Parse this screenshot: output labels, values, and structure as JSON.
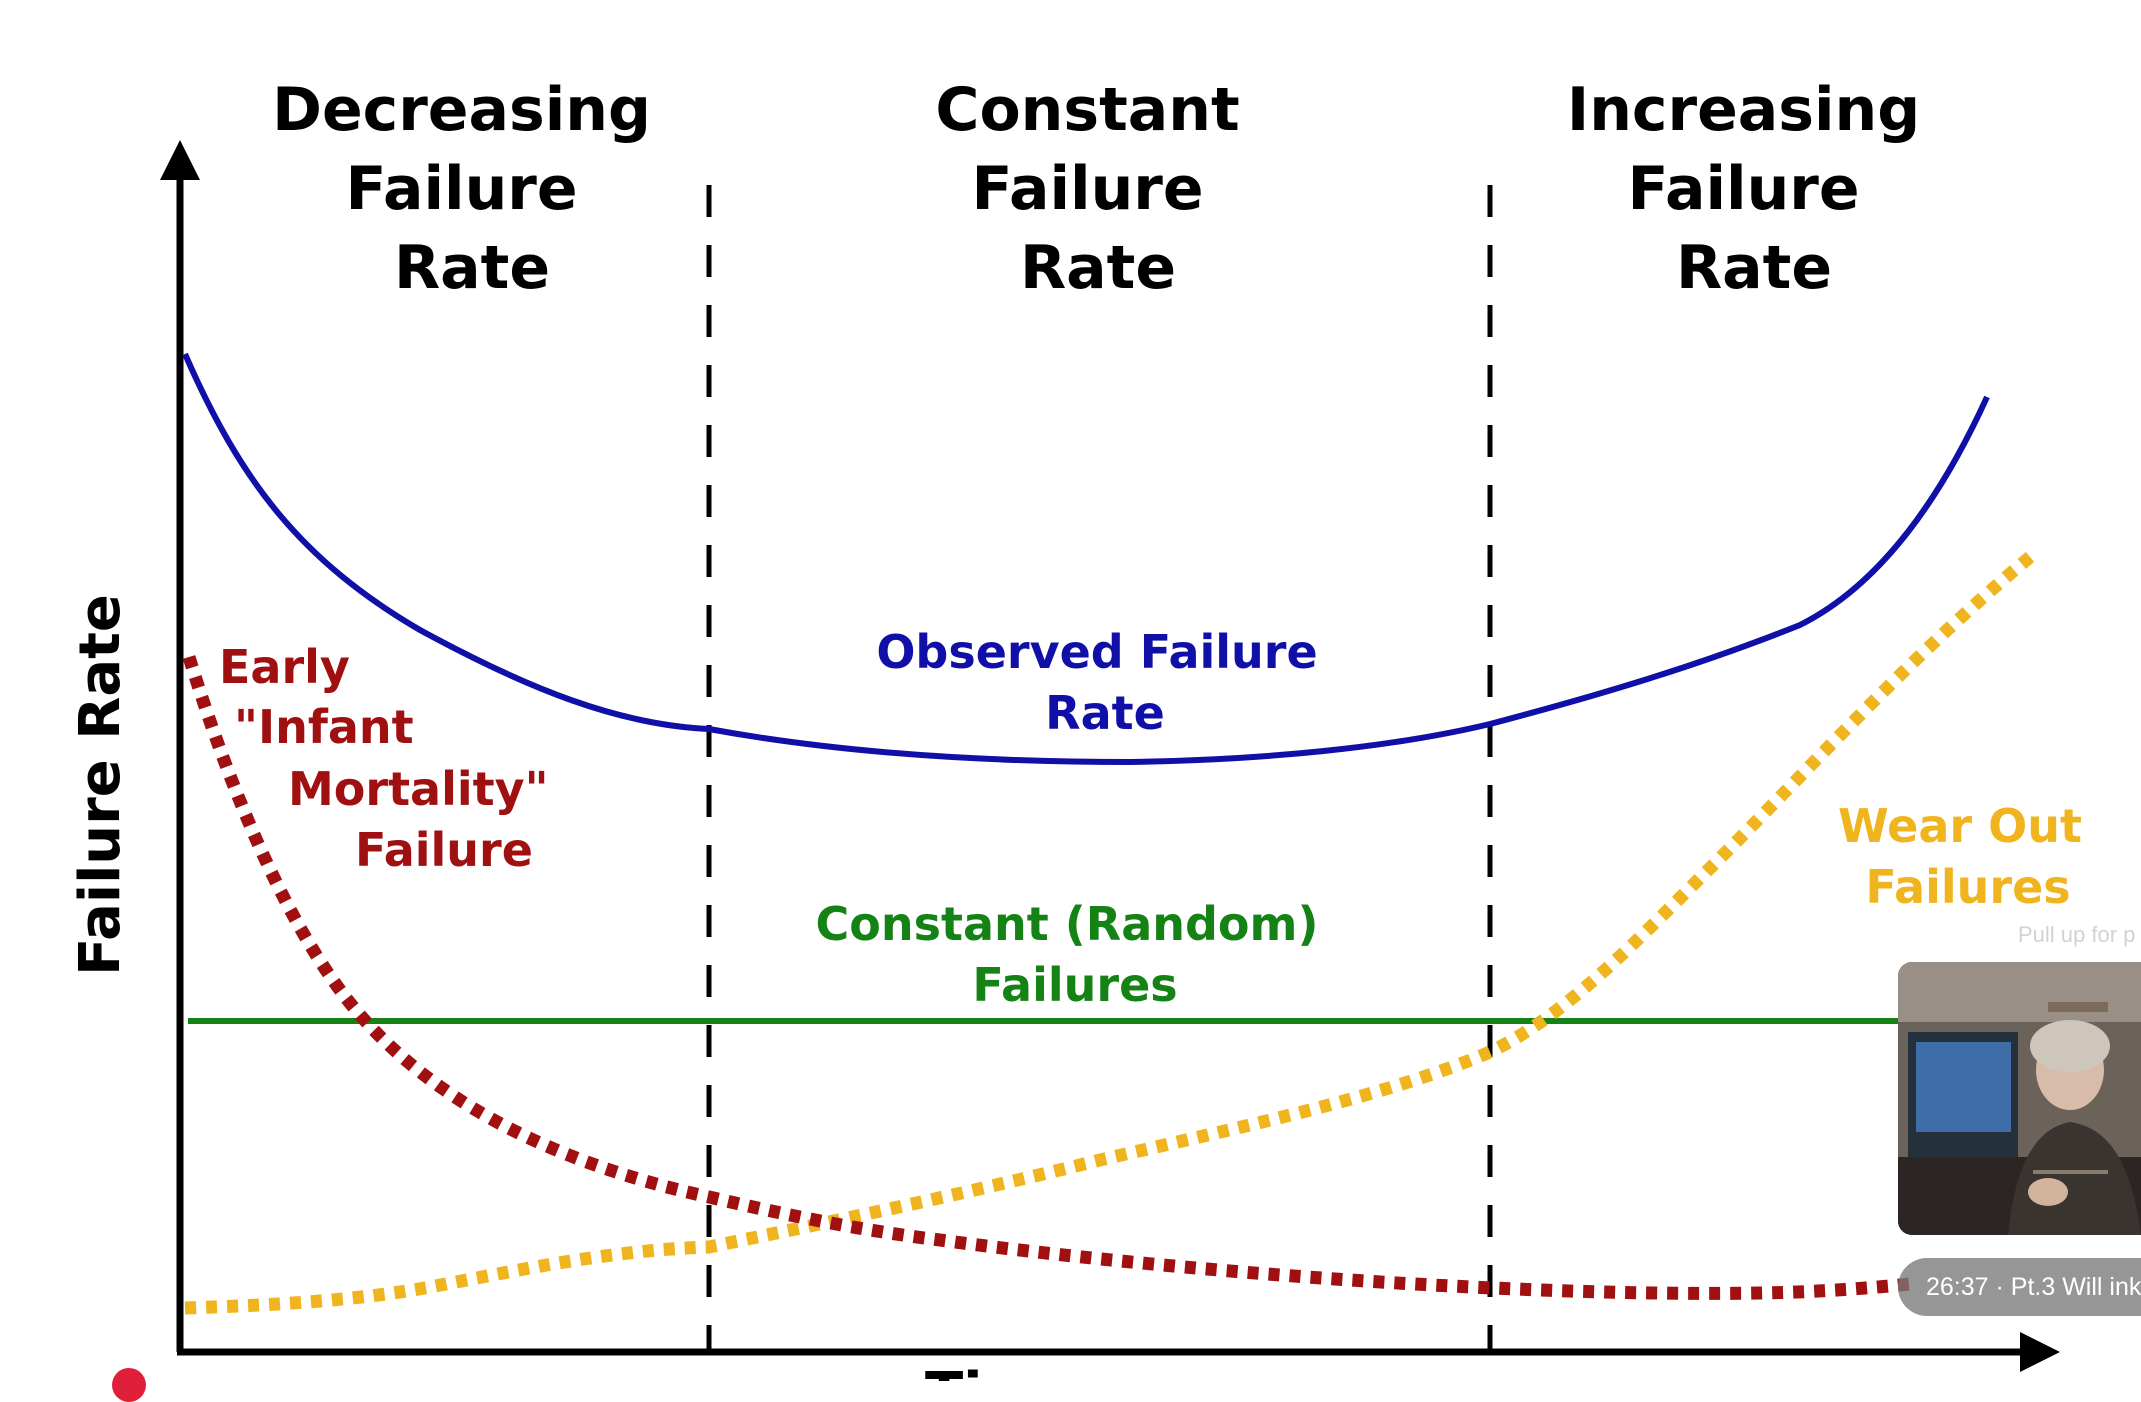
{
  "chart_data": {
    "type": "line",
    "title": "",
    "ylabel": "Failure Rate",
    "xlabel_visible_fragment": "Ti",
    "regions": [
      {
        "title_lines": [
          "Decreasing",
          "Failure",
          "Rate"
        ]
      },
      {
        "title_lines": [
          "Constant",
          "Failure",
          "Rate"
        ]
      },
      {
        "title_lines": [
          "Increasing",
          "Failure",
          "Rate"
        ]
      }
    ],
    "series": [
      {
        "name": "Observed Failure Rate",
        "label_lines": [
          "Observed Failure",
          "Rate"
        ],
        "color": "#1010a8",
        "style": "solid"
      },
      {
        "name": "Early \"Infant Mortality\" Failure",
        "label_lines": [
          "Early",
          "\"Infant",
          "Mortality\"",
          "Failure"
        ],
        "color": "#a01010",
        "style": "dotted"
      },
      {
        "name": "Constant (Random) Failures",
        "label_lines": [
          "Constant (Random)",
          "Failures"
        ],
        "color": "#148214",
        "style": "solid"
      },
      {
        "name": "Wear Out Failures",
        "label_lines": [
          "Wear Out",
          "Failures"
        ],
        "color": "#f0b41e",
        "style": "dotted"
      }
    ],
    "grid": false,
    "legend": "none"
  },
  "overlay": {
    "hint_text": "Pull up for p",
    "pill_text": "26:37 · Pt.3 Will ink"
  },
  "colors": {
    "axis": "#000000",
    "observed": "#1010a8",
    "infant": "#a01010",
    "constant": "#148214",
    "wearout": "#f0b41e"
  }
}
